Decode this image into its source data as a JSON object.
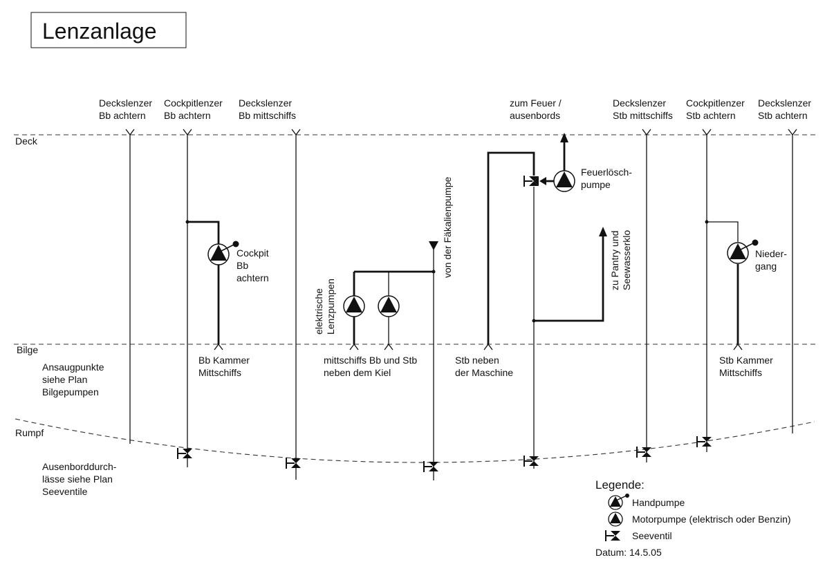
{
  "title": "Lenzanlage",
  "zones": {
    "deck": "Deck",
    "bilge": "Bilge",
    "rumpf": "Rumpf"
  },
  "notes": {
    "ansaug": [
      "Ansaugpunkte",
      "siehe Plan",
      "Bilgepumpen"
    ],
    "ausenbord": [
      "Ausenborddurch-",
      "lässe siehe Plan",
      "Seeventile"
    ]
  },
  "top_labels": {
    "deckslenzer_bb_achtern": [
      "Deckslenzer",
      "Bb achtern"
    ],
    "cockpitlenzer_bb_achtern": [
      "Cockpitlenzer",
      "Bb achtern"
    ],
    "deckslenzer_bb_mittschiffs": [
      "Deckslenzer",
      "Bb mittschiffs"
    ],
    "zum_feuer": [
      "zum Feuer /",
      "ausenbords"
    ],
    "deckslenzer_stb_mittschiffs": [
      "Deckslenzer",
      "Stb mittschiffs"
    ],
    "cockpitlenzer_stb_achtern": [
      "Cockpitlenzer",
      "Stb achtern"
    ],
    "deckslenzer_stb_achtern": [
      "Deckslenzer",
      "Stb achtern"
    ]
  },
  "pump_labels": {
    "cockpit_bb": [
      "Cockpit",
      "Bb",
      "achtern"
    ],
    "niedergang": [
      "Nieder-",
      "gang"
    ],
    "feuerloesch": [
      "Feuerlösch-",
      "pumpe"
    ]
  },
  "vertical_labels": {
    "elektrische": [
      "elektrische",
      "Lenzpumpen"
    ],
    "faekalien": "von der Fäkalienpumpe",
    "pantry": [
      "zu Pantry und",
      "Seewasserklo"
    ]
  },
  "suction_labels": {
    "bb_kammer": [
      "Bb Kammer",
      "Mittschiffs"
    ],
    "mittschiffs": [
      "mittschiffs Bb und Stb",
      "neben dem Kiel"
    ],
    "stb_maschine": [
      "Stb neben",
      "der Maschine"
    ],
    "stb_kammer": [
      "Stb Kammer",
      "Mittschiffs"
    ]
  },
  "legend": {
    "title": "Legende:",
    "handpumpe": "Handpumpe",
    "motorpumpe": "Motorpumpe (elektrisch oder Benzin)",
    "seeventil": "Seeventil",
    "datum": "Datum: 14.5.05"
  },
  "icons": {
    "hand_pump": "hand-pump-icon",
    "motor_pump": "motor-pump-icon",
    "sea_valve": "sea-valve-icon"
  }
}
